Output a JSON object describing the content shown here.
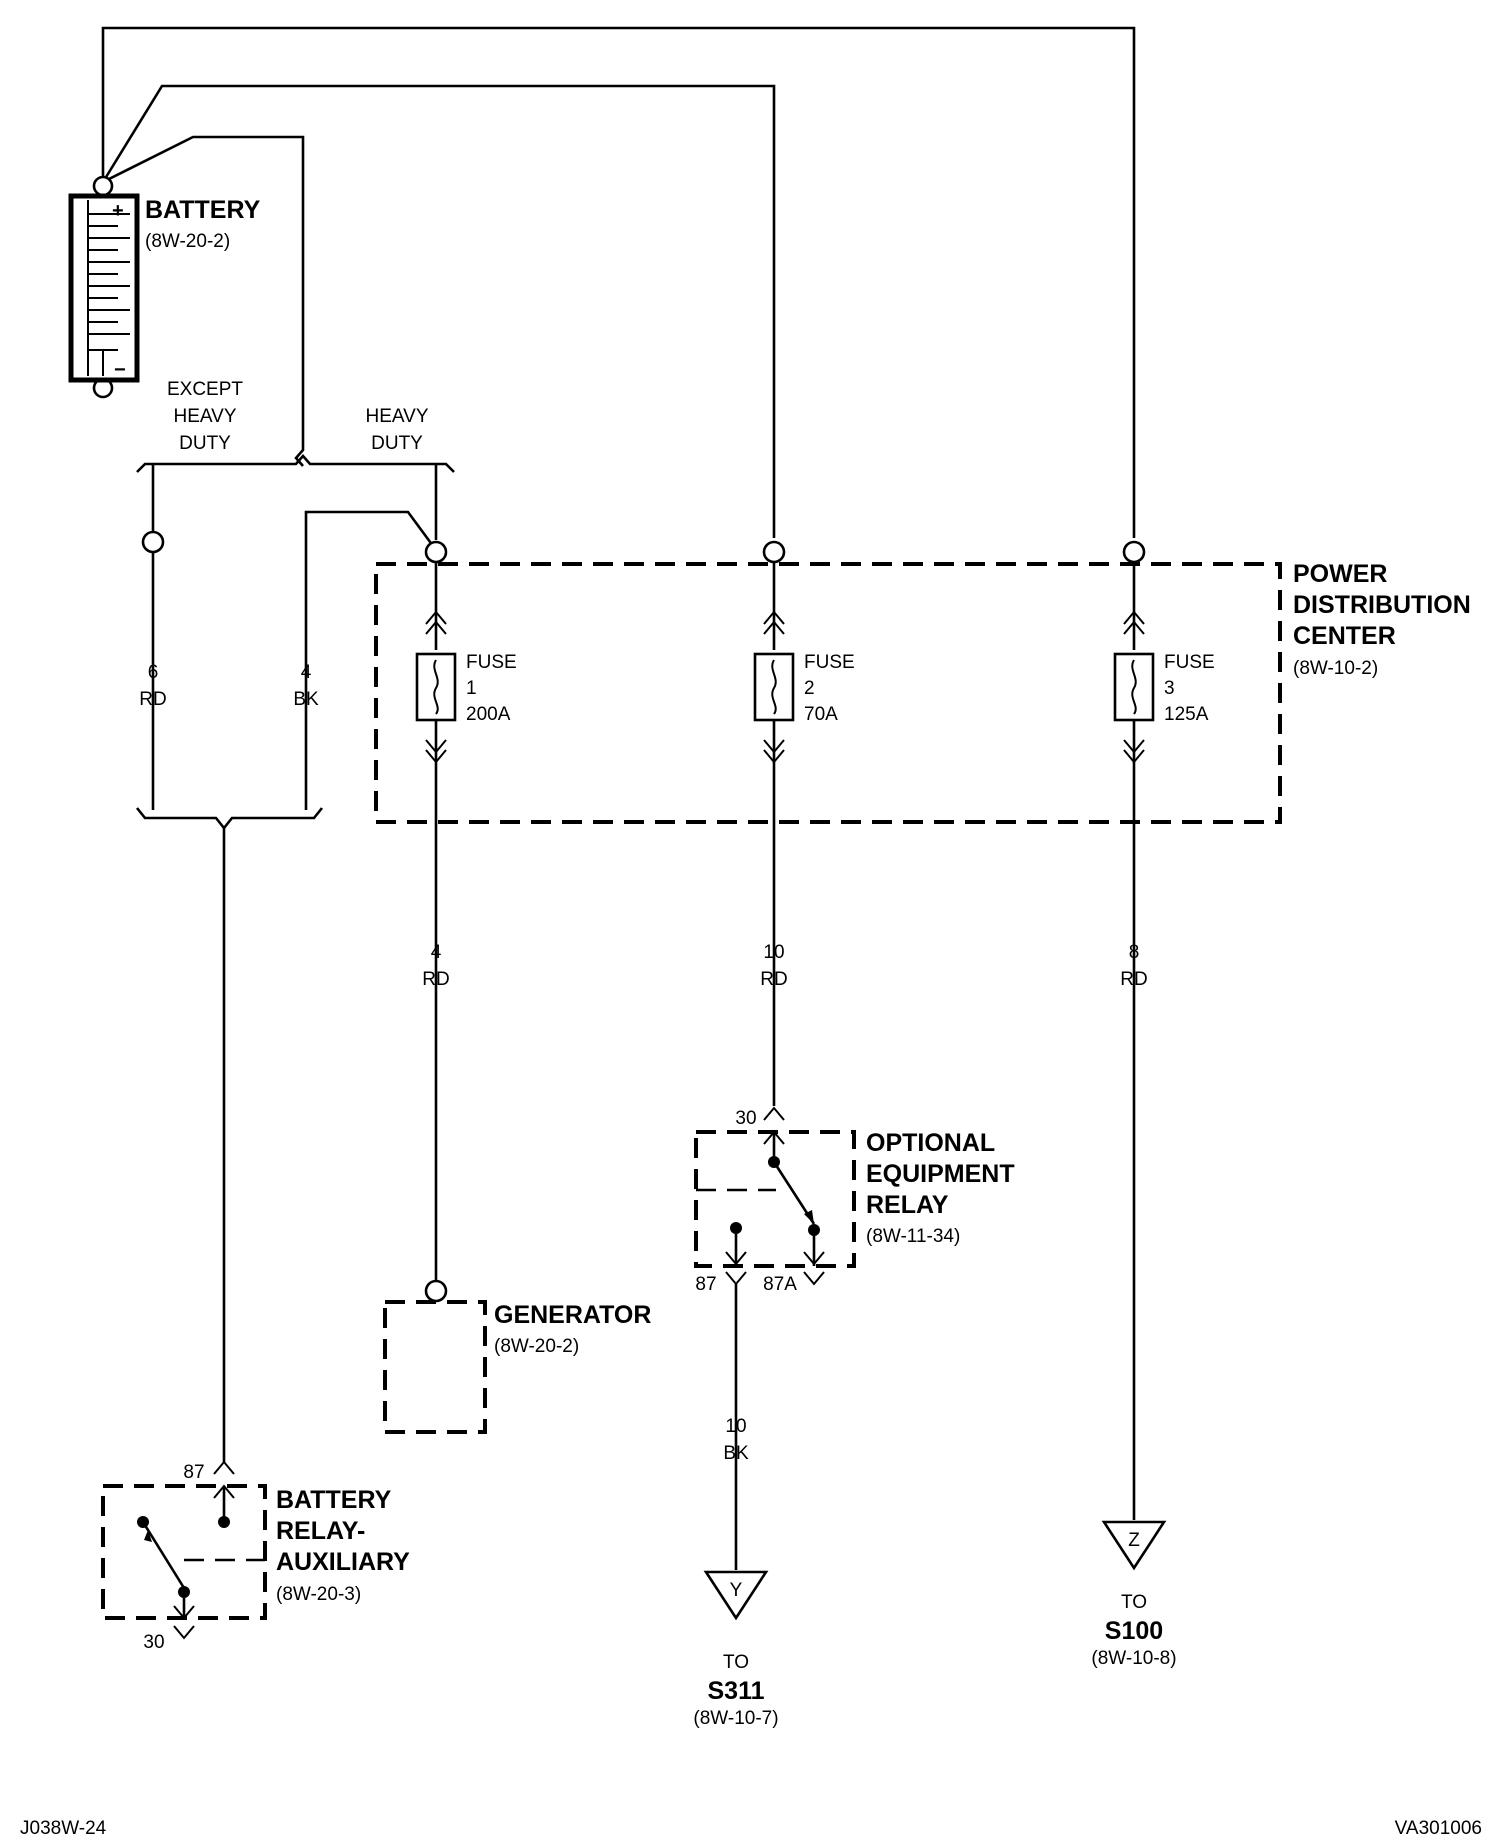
{
  "battery": {
    "name": "BATTERY",
    "ref": "(8W-20-2)",
    "plus": "+",
    "minus": "−"
  },
  "heavy_duty": {
    "except_1": "EXCEPT",
    "except_2": "HEAVY",
    "except_3": "DUTY",
    "hd_1": "HEAVY",
    "hd_2": "DUTY"
  },
  "pdc": {
    "name_1": "POWER",
    "name_2": "DISTRIBUTION",
    "name_3": "CENTER",
    "ref": "(8W-10-2)"
  },
  "fuses": [
    {
      "word": "FUSE",
      "num": "1",
      "rating": "200A"
    },
    {
      "word": "FUSE",
      "num": "2",
      "rating": "70A"
    },
    {
      "word": "FUSE",
      "num": "3",
      "rating": "125A"
    }
  ],
  "wires": {
    "w6rd": {
      "gauge": "6",
      "color": "RD"
    },
    "w4bk": {
      "gauge": "4",
      "color": "BK"
    },
    "w4rd": {
      "gauge": "4",
      "color": "RD"
    },
    "w10rd": {
      "gauge": "10",
      "color": "RD"
    },
    "w8rd": {
      "gauge": "8",
      "color": "RD"
    },
    "w10bk": {
      "gauge": "10",
      "color": "BK"
    }
  },
  "generator": {
    "name": "GENERATOR",
    "ref": "(8W-20-2)"
  },
  "oe_relay": {
    "name_1": "OPTIONAL",
    "name_2": "EQUIPMENT",
    "name_3": "RELAY",
    "ref": "(8W-11-34)",
    "pin30": "30",
    "pin87": "87",
    "pin87a": "87A"
  },
  "batt_relay": {
    "name_1": "BATTERY",
    "name_2": "RELAY-",
    "name_3": "AUXILIARY",
    "ref": "(8W-20-3)",
    "pin87": "87",
    "pin30": "30"
  },
  "connectors": [
    {
      "letter": "Y",
      "to": "TO",
      "target": "S311",
      "ref": "(8W-10-7)"
    },
    {
      "letter": "Z",
      "to": "TO",
      "target": "S100",
      "ref": "(8W-10-8)"
    }
  ],
  "footer": {
    "left": "J038W-24",
    "right": "VA301006"
  }
}
